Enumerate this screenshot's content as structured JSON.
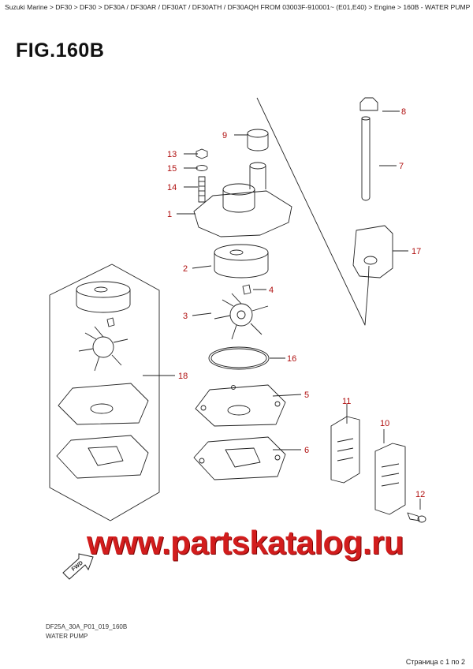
{
  "breadcrumb": "Suzuki Marine > DF30 > DF30 > DF30A / DF30AR / DF30AT / DF30ATH / DF30AQH FROM 03003F-910001~ (E01,E40) > Engine > 160B - WATER PUMP (DF30A)",
  "figure_title": "FIG.160B",
  "callouts": [
    "8",
    "9",
    "7",
    "13",
    "15",
    "14",
    "1",
    "17",
    "2",
    "4",
    "3",
    "16",
    "18",
    "5",
    "11",
    "10",
    "6",
    "12"
  ],
  "watermark": "www.partskatalog.ru",
  "fwd_label": "FWD",
  "drawing_code": "DF25A_30A_P01_019_160B",
  "caption": "WATER PUMP",
  "page_counter": "Страница с 1 по 2",
  "colors": {
    "callout": "#b01010",
    "watermark": "#d21d1d",
    "line": "#222222"
  }
}
